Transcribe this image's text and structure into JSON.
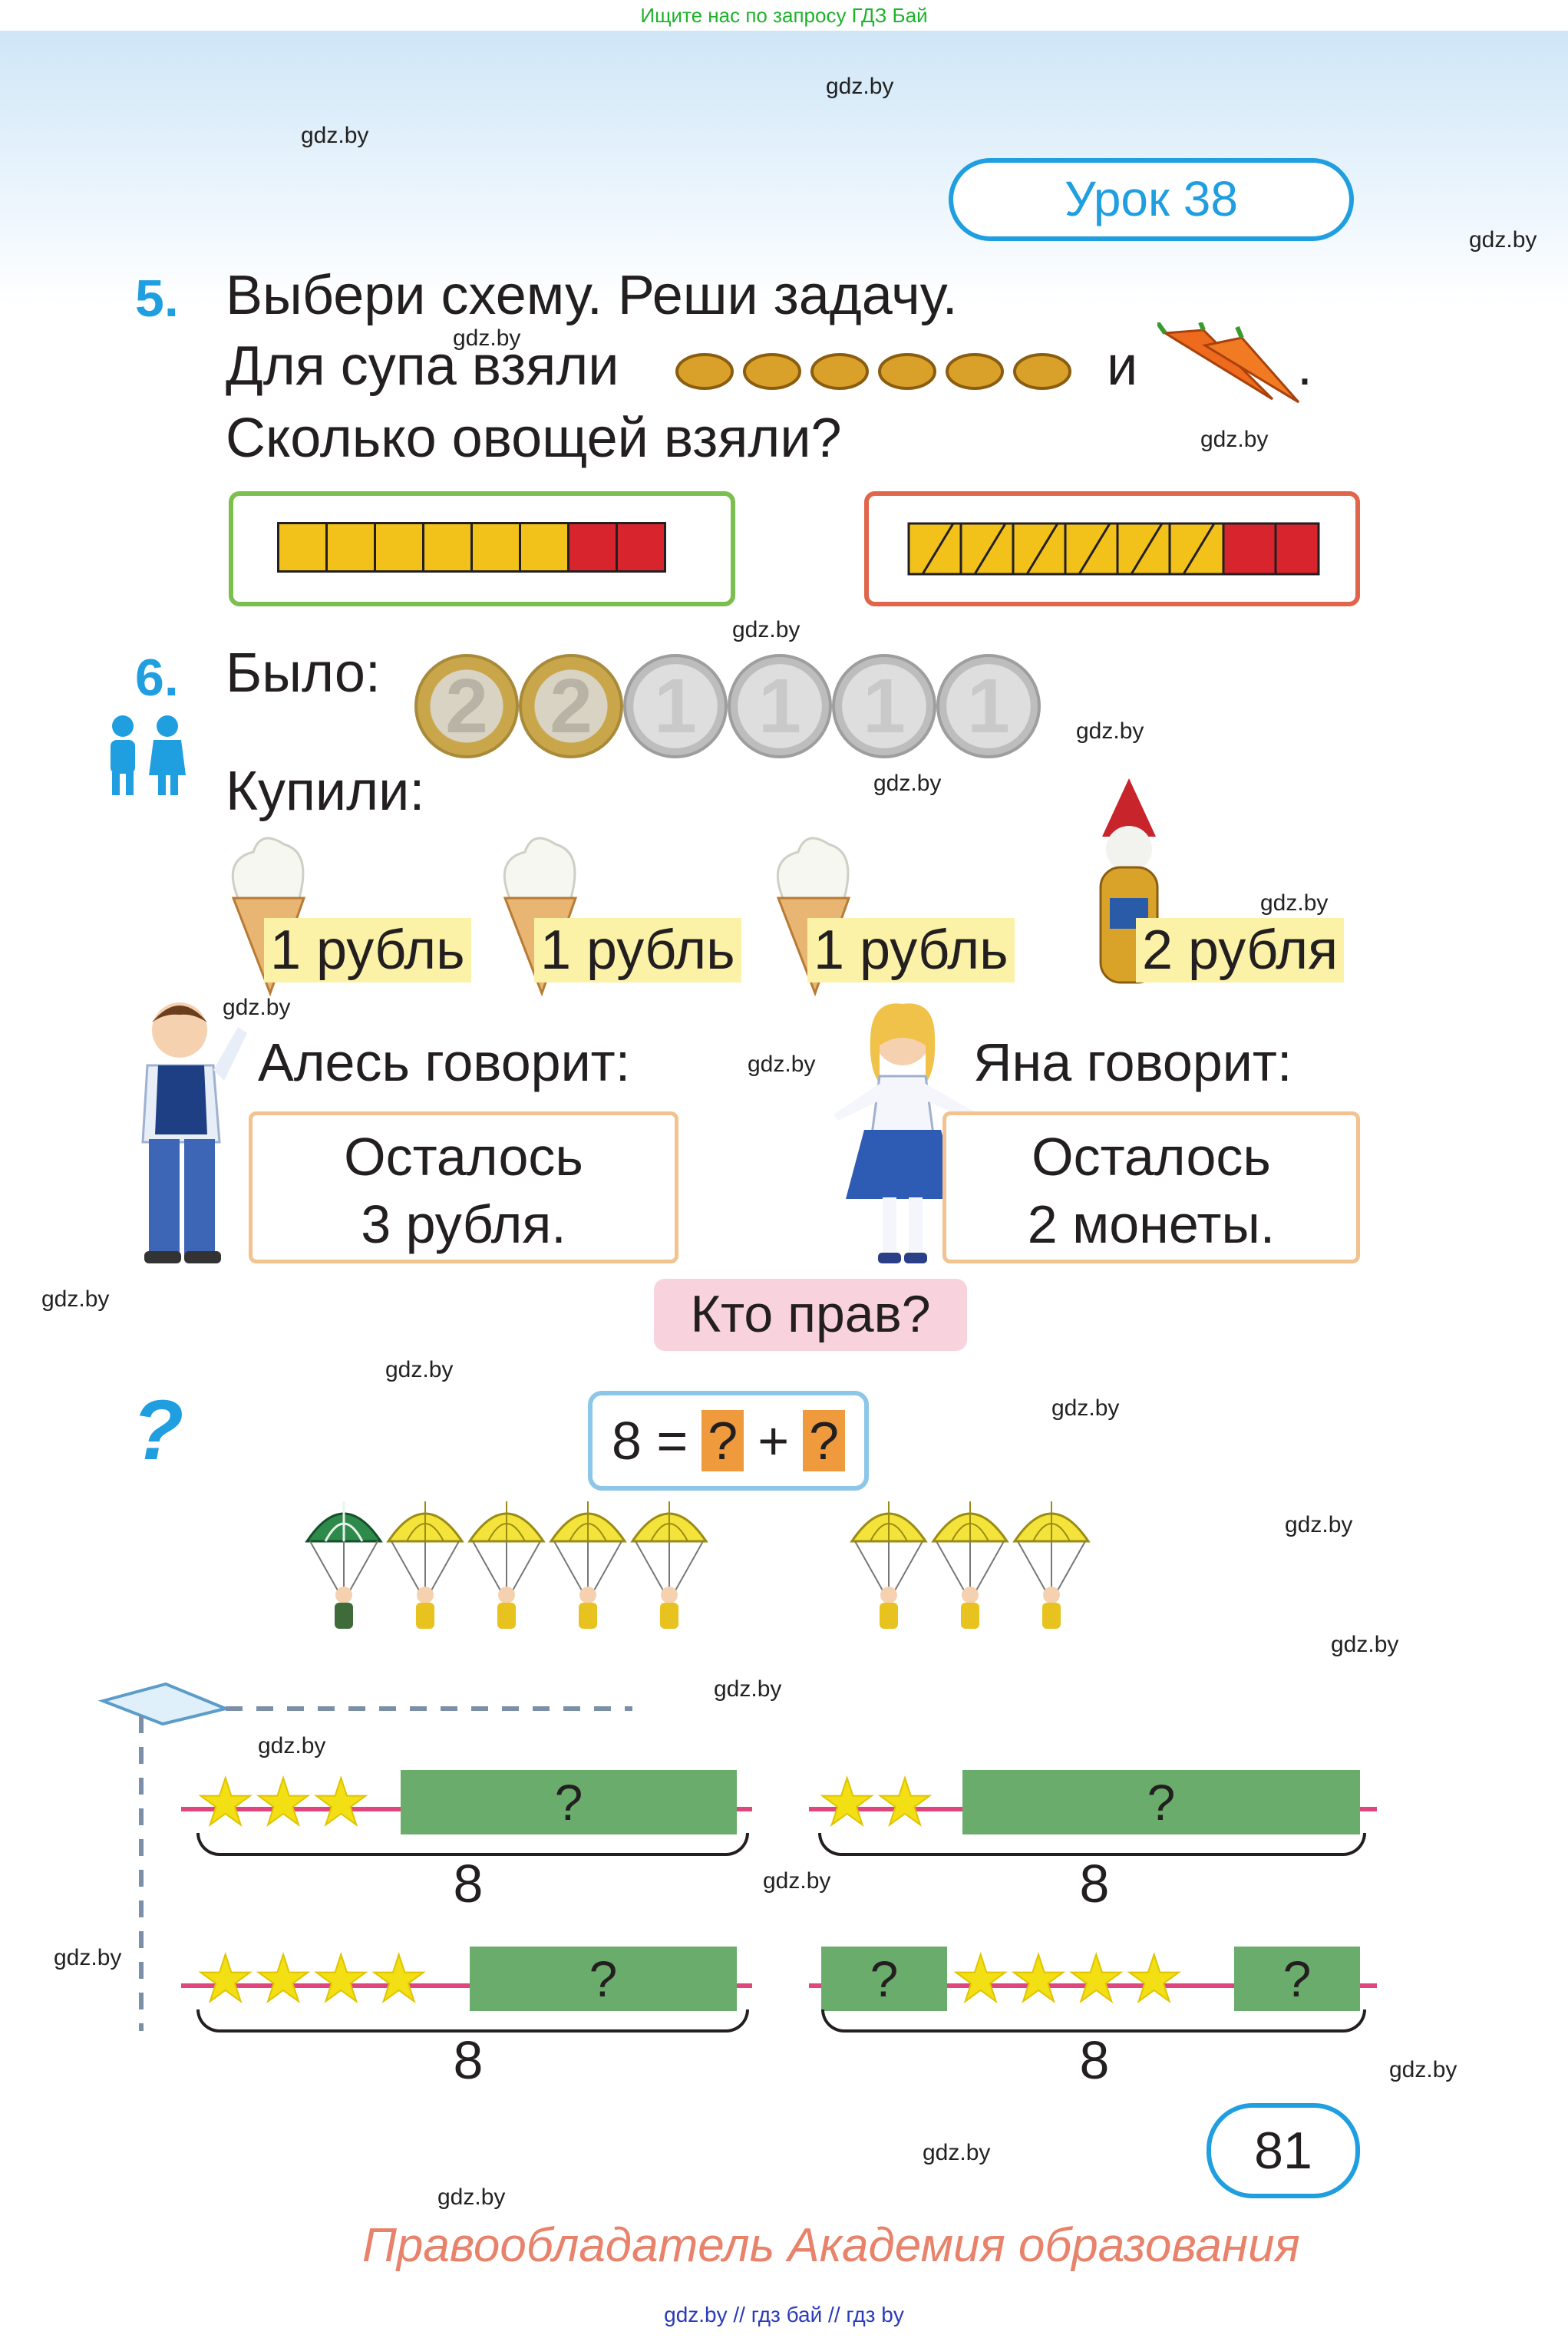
{
  "top_banner": "Ищите нас по запросу ГДЗ Бай",
  "watermark": "gdz.by",
  "lesson_title": "Урок 38",
  "task5": {
    "number": "5.",
    "line1": "Выбери схему. Реши задачу.",
    "line2_start": "Для супа взяли",
    "line2_and": "и",
    "line2_end": ".",
    "line3": "Сколько овощей взяли?"
  },
  "task6": {
    "number": "6.",
    "was_label": "Было:",
    "coins": [
      "2",
      "2",
      "1",
      "1",
      "1",
      "1"
    ],
    "bought_label": "Купили:",
    "prices": [
      "1 рубль",
      "1 рубль",
      "1 рубль",
      "2 рубля"
    ],
    "ales_says": "Алесь говорит:",
    "ales_line1": "Осталось",
    "ales_line2": "3 рубля.",
    "yana_says": "Яна говорит:",
    "yana_line1": "Осталось",
    "yana_line2": "2 монеты.",
    "question": "Кто прав?"
  },
  "puzzle": {
    "icon": "?",
    "equation_left": "8 =",
    "q": "?",
    "plus": "+",
    "bar_question": "?",
    "total": "8"
  },
  "page_number": "81",
  "footer": "Правообладатель Академия образования",
  "bottom_links": "gdz.by  //  гдз бай  //  гдз by"
}
